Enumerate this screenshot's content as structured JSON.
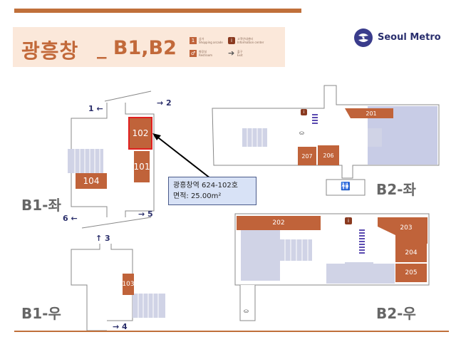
{
  "header": {
    "station_name": "광흥창",
    "floors_label": "_ B1,B2",
    "logo_text": "Seoul Metro"
  },
  "legend": {
    "items": [
      {
        "icon": "shop-number-icon",
        "icon_text": "1",
        "label_ko": "상가",
        "label_en": "Shopping arcade"
      },
      {
        "icon": "info-icon",
        "icon_text": "i",
        "label_ko": "고객안내센터",
        "label_en": "Information center"
      },
      {
        "icon": "restroom-icon",
        "icon_text": "",
        "label_ko": "화장실",
        "label_en": "Restroom"
      },
      {
        "icon": "exit-arrow-icon",
        "icon_text": "",
        "label_ko": "출구",
        "label_en": "Exit"
      }
    ]
  },
  "floors": {
    "b1_left": "B1-좌",
    "b1_right": "B1-우",
    "b2_left": "B2-좌",
    "b2_right": "B2-우"
  },
  "exits": [
    "1",
    "2",
    "3",
    "4",
    "5",
    "6"
  ],
  "stores": {
    "s101": "101",
    "s102": "102",
    "s103": "103",
    "s104": "104",
    "s201": "201",
    "s202": "202",
    "s203": "203",
    "s204": "204",
    "s205": "205",
    "s206": "206",
    "s207": "207"
  },
  "callout": {
    "line1": "광흥창역 624-102호",
    "line2": "면적: 25.00m²"
  },
  "colors": {
    "accent": "#c0633a",
    "title": "#c2693a",
    "brand": "#2a2f6e",
    "highlight": "#e02020"
  }
}
